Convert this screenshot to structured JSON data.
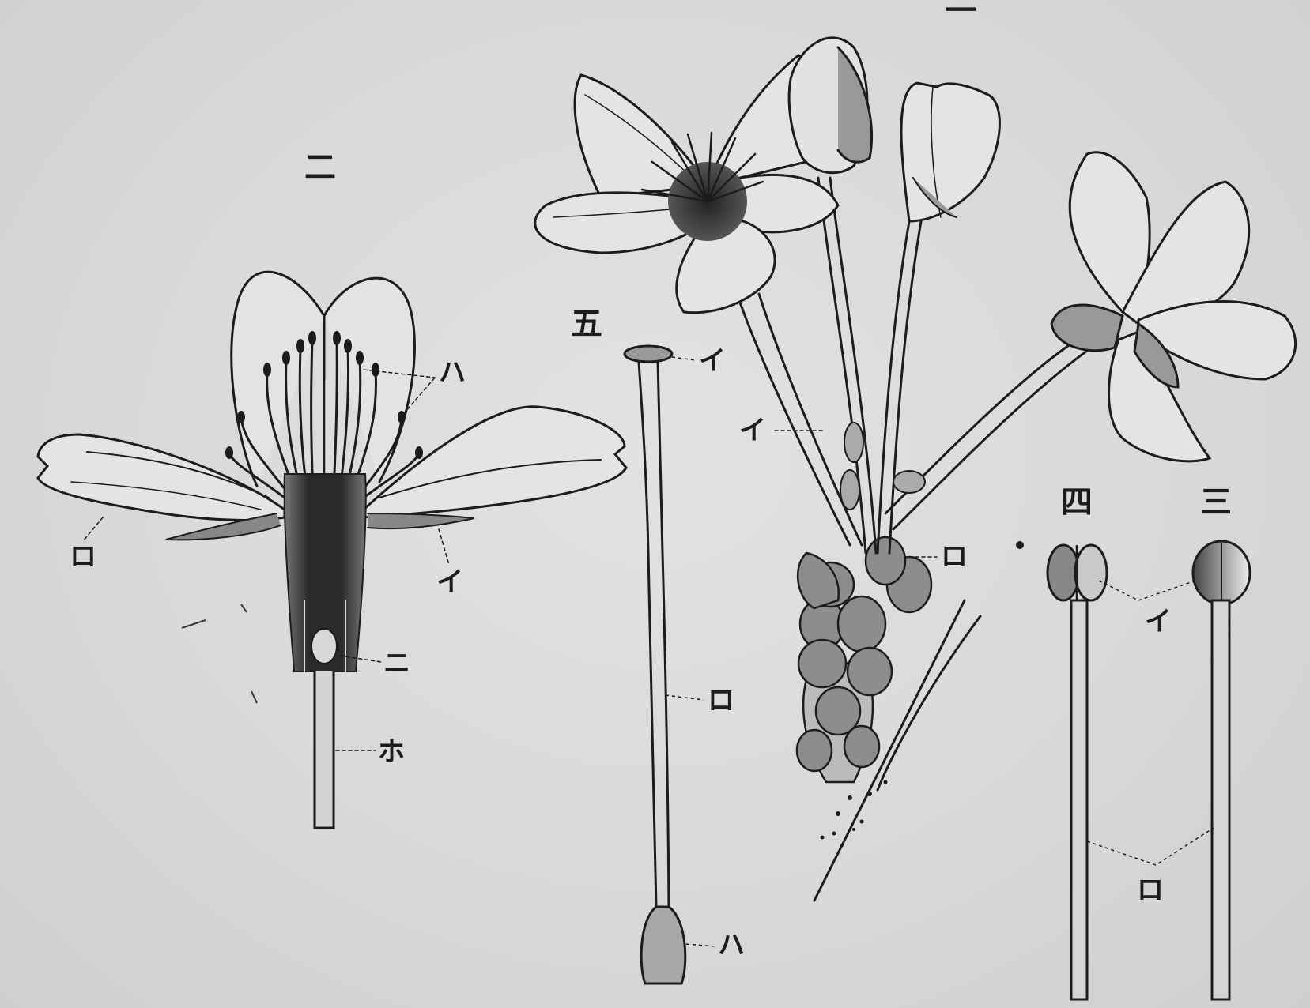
{
  "figures": {
    "fig1": {
      "number": "一"
    },
    "fig2": {
      "number": "二"
    },
    "fig3": {
      "number": "三"
    },
    "fig4": {
      "number": "四"
    },
    "fig5": {
      "number": "五"
    }
  },
  "labels": {
    "fig1_i": "イ",
    "fig1_ro": "ロ",
    "fig2_i": "イ",
    "fig2_ro": "ロ",
    "fig2_ha": "ハ",
    "fig2_ni": "ニ",
    "fig2_ho": "ホ",
    "fig3_4_i": "イ",
    "fig3_4_ro": "ロ",
    "fig5_i": "イ",
    "fig5_ro": "ロ",
    "fig5_ha": "ハ"
  },
  "colors": {
    "paper": "#dadad8",
    "ink": "#1c1c1c",
    "shade": "#3a3a3a"
  }
}
